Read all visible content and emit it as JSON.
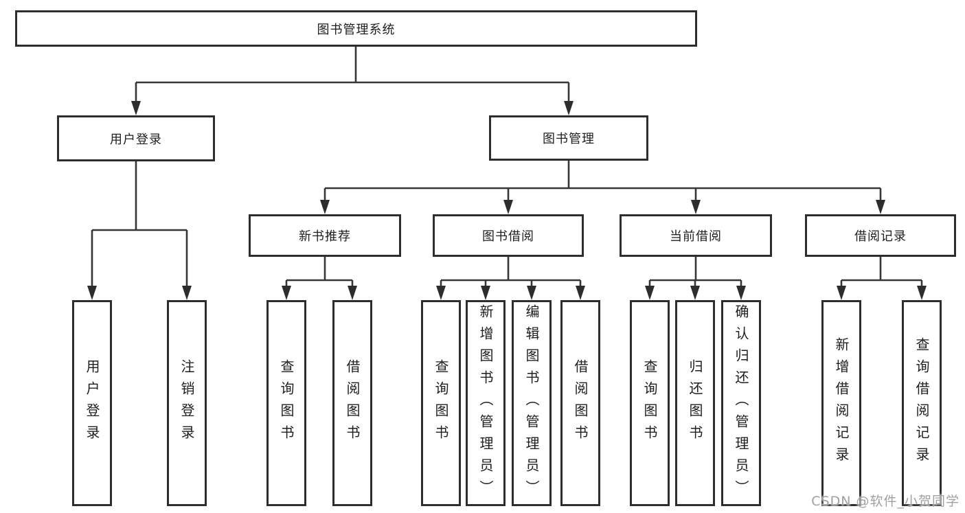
{
  "diagram": {
    "title": "图书管理系统",
    "type": "hierarchy",
    "hierarchy": {
      "图书管理系统": {
        "用户登录": [
          "用户登录",
          "注销登录"
        ],
        "图书管理": {
          "新书推荐": [
            "查询图书",
            "借阅图书"
          ],
          "图书借阅": [
            "查询图书",
            "新增图书（管理员）",
            "编辑图书（管理员）",
            "借阅图书"
          ],
          "当前借阅": [
            "查询图书",
            "归还图书",
            "确认归还（管理员）"
          ],
          "借阅记录": [
            "新增借阅记录",
            "查询借阅记录"
          ]
        }
      }
    }
  },
  "nodes": {
    "root": {
      "label": "图书管理系统"
    },
    "user_login": {
      "label": "用户登录"
    },
    "book_mgmt": {
      "label": "图书管理"
    },
    "new_books": {
      "label": "新书推荐"
    },
    "book_borrow": {
      "label": "图书借阅"
    },
    "current_borrow": {
      "label": "当前借阅"
    },
    "borrow_records": {
      "label": "借阅记录"
    },
    "leaf_user_login": {
      "label": "用户登录"
    },
    "leaf_logout": {
      "label": "注销登录"
    },
    "leaf_nb_query": {
      "label": "查询图书"
    },
    "leaf_nb_borrow": {
      "label": "借阅图书"
    },
    "leaf_bb_query": {
      "label": "查询图书"
    },
    "leaf_bb_add": {
      "label": "新增图书（管理员）"
    },
    "leaf_bb_edit": {
      "label": "编辑图书（管理员）"
    },
    "leaf_bb_borrow": {
      "label": "借阅图书"
    },
    "leaf_cb_query": {
      "label": "查询图书"
    },
    "leaf_cb_return": {
      "label": "归还图书"
    },
    "leaf_cb_confirm": {
      "label": "确认归还（管理员）"
    },
    "leaf_br_add": {
      "label": "新增借阅记录"
    },
    "leaf_br_query": {
      "label": "查询借阅记录"
    }
  },
  "watermark": {
    "text": "CSDN @软件_小贺同学"
  },
  "colors": {
    "background": "#ffffff",
    "box_border": "#2d2d2d",
    "connector_line": "#363636",
    "text": "#1e1e1e",
    "watermark_text": "#a0a0a0"
  }
}
